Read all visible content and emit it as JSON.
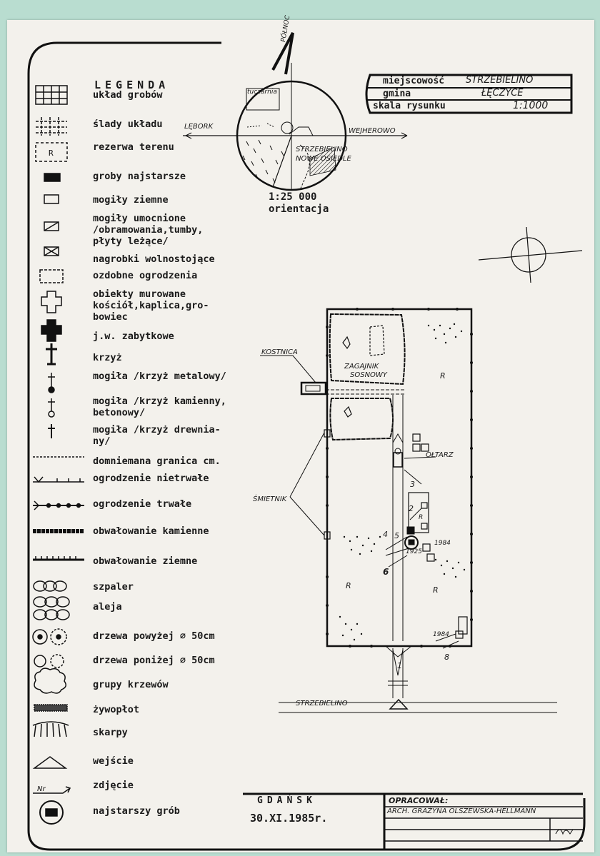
{
  "legend": {
    "title": "LEGENDA",
    "items": [
      {
        "icon": "grave-grid-icon",
        "label": "układ grobów"
      },
      {
        "icon": "grave-trace-grid-icon",
        "label": "ślady układu"
      },
      {
        "icon": "reserve-r-icon",
        "label": "rezerwa terenu"
      },
      {
        "icon": "oldest-graves-icon",
        "label": "groby najstarsze"
      },
      {
        "icon": "earth-grave-icon",
        "label": "mogiły ziemne"
      },
      {
        "icon": "reinforced-grave-icon",
        "label": "mogiły umocnione\n/obramowania,tumby,\npłyty leżące/"
      },
      {
        "icon": "freestanding-tombstone-icon",
        "label": "nagrobki wolnostojące"
      },
      {
        "icon": "decorative-fence-icon",
        "label": "ozdobne ogrodzenia"
      },
      {
        "icon": "masonry-building-icon",
        "label": "obiekty murowane\nkościół,kaplica,gro-\nbowiec"
      },
      {
        "icon": "historic-building-icon",
        "label": "j.w. zabytkowe"
      },
      {
        "icon": "cross-icon",
        "label": "krzyż"
      },
      {
        "icon": "metal-cross-grave-icon",
        "label": "mogiła /krzyż metalowy/"
      },
      {
        "icon": "stone-cross-grave-icon",
        "label": "mogiła /krzyż kamienny,\nbetonowy/"
      },
      {
        "icon": "wooden-cross-grave-icon",
        "label": "mogiła /krzyż drewnia-\n       ny/"
      },
      {
        "icon": "presumed-border-icon",
        "label": "domniemana granica cm."
      },
      {
        "icon": "temporary-fence-icon",
        "label": "ogrodzenie nietrwałe"
      },
      {
        "icon": "permanent-fence-icon",
        "label": "ogrodzenie trwałe"
      },
      {
        "icon": "stone-embankment-icon",
        "label": "obwałowanie kamienne"
      },
      {
        "icon": "earth-embankment-icon",
        "label": "obwałowanie ziemne"
      },
      {
        "icon": "hedge-row-icon",
        "label": "szpaler"
      },
      {
        "icon": "alley-icon",
        "label": "aleja"
      },
      {
        "icon": "tree-over-50-icon",
        "label": "drzewa powyżej ∅ 50cm"
      },
      {
        "icon": "tree-under-50-icon",
        "label": "drzewa poniżej ∅ 50cm"
      },
      {
        "icon": "shrub-group-icon",
        "label": "grupy krzewów"
      },
      {
        "icon": "hedge-icon",
        "label": "żywopłot"
      },
      {
        "icon": "slope-icon",
        "label": "skarpy"
      },
      {
        "icon": "entrance-icon",
        "label": "wejście"
      },
      {
        "icon": "photo-icon",
        "label": "zdjęcie"
      },
      {
        "icon": "oldest-grave-icon",
        "label": "najstarszy grób"
      }
    ]
  },
  "header_box": {
    "place_label": "miejscowość",
    "place_value": "STRZEBIELINO",
    "commune_label": "gmina",
    "commune_value": "ŁĘCZYCE",
    "scale_label": "skala rysunku",
    "scale_value": "1:1000"
  },
  "orientation": {
    "north_label": "PÓŁNOC",
    "west_label": "LĘBORK",
    "east_label": "WEJHEROWO",
    "feature_label": "tuczarnia",
    "estate_label_1": "STRZEBIELINO",
    "estate_label_2": "NOWE OSIEDLE",
    "scale": "1:25 000",
    "caption": "orientacja"
  },
  "map_labels": {
    "ossuary": "KOSTNICA",
    "pine_grove_1": "ZAGAJNIK",
    "pine_grove_2": "SOSNOWY",
    "altar": "OŁTARZ",
    "rubbish": "ŚMIETNIK",
    "road": "STRZEBIELINO",
    "reserve": "R",
    "photo_1": "1",
    "photo_2": "2",
    "photo_3": "3",
    "photo_4": "4",
    "photo_5": "5",
    "photo_6": "6",
    "photo_8": "8",
    "year_1925": "1925",
    "year_1984a": "1984",
    "year_1984b": "1984"
  },
  "footer": {
    "city": "GDAŃSK",
    "date": "30.XI.1985r.",
    "prepared_label": "OPRACOWAŁ:",
    "author": "ARCH. GRAŻYNA OLSZEWSKA-HELLMANN"
  }
}
